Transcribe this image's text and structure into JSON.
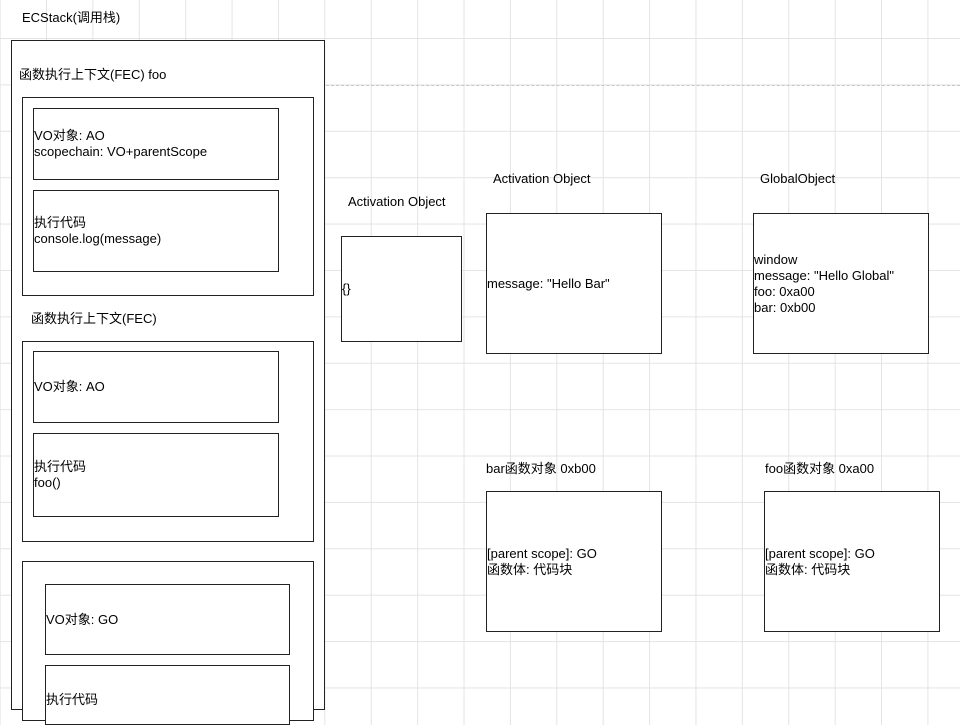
{
  "ecstack": {
    "title": "ECStack(调用栈)",
    "contexts": [
      {
        "title": "函数执行上下文(FEC) foo",
        "vo": "VO对象: AO\nscopechain: VO+parentScope",
        "code": "执行代码\nconsole.log(message)"
      },
      {
        "title": "函数执行上下文(FEC)",
        "vo": "VO对象: AO",
        "code": "执行代码\nfoo()"
      },
      {
        "vo": "VO对象: GO",
        "code": "执行代码"
      }
    ]
  },
  "objects": {
    "ao_foo": {
      "title": "Activation Object",
      "content": "{}"
    },
    "ao_bar": {
      "title": "Activation Object",
      "content": "message: \"Hello Bar\""
    },
    "global": {
      "title": "GlobalObject",
      "content": "window\nmessage: \"Hello Global\"\nfoo: 0xa00\nbar: 0xb00"
    },
    "bar_fn": {
      "title": "bar函数对象 0xb00",
      "content": "[parent scope]: GO\n函数体: 代码块"
    },
    "foo_fn": {
      "title": "foo函数对象 0xa00",
      "content": "[parent scope]: GO\n函数体: 代码块"
    }
  }
}
